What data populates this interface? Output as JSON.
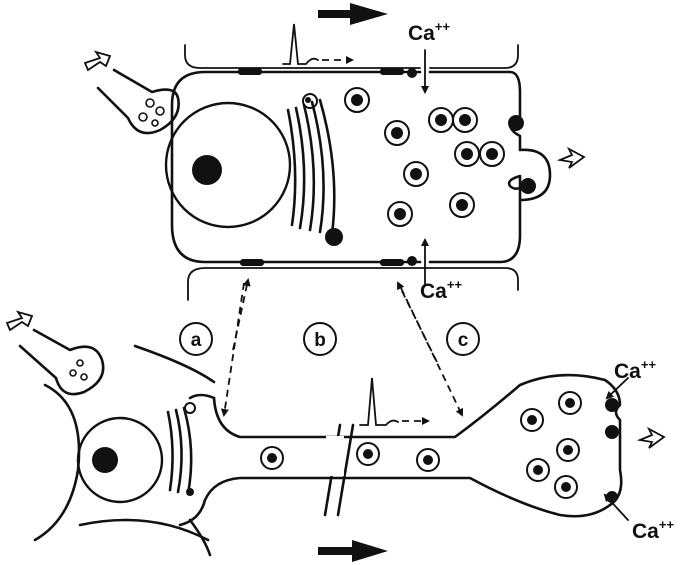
{
  "labels": {
    "ion_top": "Ca",
    "ion_bottom": "Ca",
    "ion_right_top": "Ca",
    "ion_right_bottom": "Ca",
    "charge": "++",
    "zone_a": "a",
    "zone_b": "b",
    "zone_c": "c"
  },
  "colors": {
    "ink": "#111111",
    "paper": "#ffffff"
  }
}
